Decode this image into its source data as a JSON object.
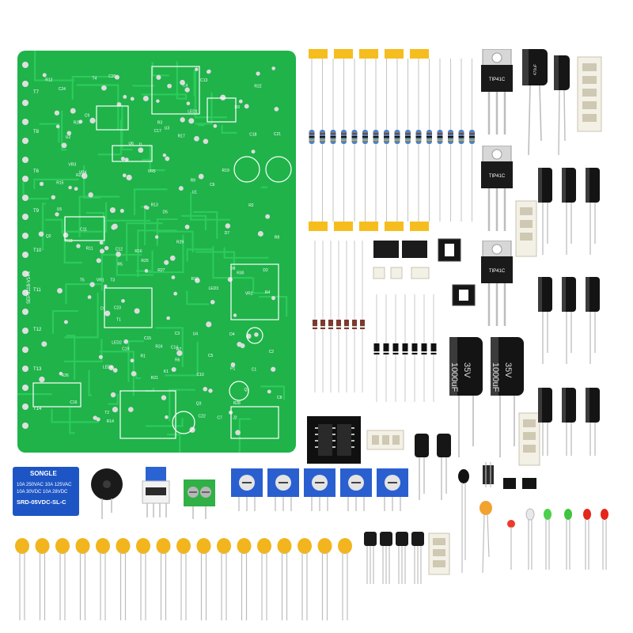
{
  "scene": {
    "background": "#ffffff",
    "board_color": "#1fb34a",
    "trace_color": "#29c457",
    "pad_color": "#e8e8e8"
  },
  "pcb": {
    "side_labels": [
      "T7",
      "T8",
      "T6",
      "T9",
      "T10",
      "T11",
      "T12",
      "T13",
      "T14"
    ],
    "part_labels": [
      "C1",
      "C2",
      "C3",
      "C4",
      "C5",
      "C6",
      "C7",
      "C8",
      "C9",
      "C10",
      "C11",
      "C12",
      "C13",
      "C14",
      "C15",
      "C16",
      "C17",
      "C18",
      "C19",
      "C20",
      "C21",
      "C22",
      "C23",
      "C24",
      "R1",
      "R2",
      "R3",
      "R4",
      "R5",
      "R6",
      "R7",
      "R8",
      "R9",
      "R10",
      "R11",
      "R12",
      "R13",
      "R14",
      "R15",
      "R16",
      "R17",
      "R18",
      "R19",
      "R20",
      "R21",
      "R22",
      "R23",
      "R24",
      "R25",
      "R26",
      "R27",
      "R28",
      "R29",
      "R30",
      "D1",
      "D2",
      "D3",
      "D4",
      "D5",
      "D6",
      "D7",
      "U1",
      "U2",
      "U3",
      "U4",
      "U5",
      "U6",
      "Q1",
      "Q2",
      "Q3",
      "LED1",
      "LED2",
      "LED3",
      "LED4",
      "VR1",
      "VR2",
      "VR3",
      "VR4",
      "VR5",
      "K1",
      "J1",
      "J2",
      "P1",
      "T1",
      "T2",
      "T3",
      "T4",
      "T5"
    ],
    "board_id": "SEP8118-V144"
  },
  "relay": {
    "brand": "SONGLE",
    "lines": [
      "10A 250VAC   10A 125VAC",
      "10A 30VDC    10A 28VDC",
      "SRD-05VDC-SL-C"
    ]
  },
  "large_caps": {
    "left": {
      "label_a": "1000uF",
      "label_b": "35V"
    },
    "right": {
      "label_a": "1000uF",
      "label_b": "35V"
    }
  },
  "transistors": {
    "to220_labels": [
      "TIP41C",
      "TIP41C",
      "TIP41C"
    ],
    "small_cap_label": "470uF"
  }
}
